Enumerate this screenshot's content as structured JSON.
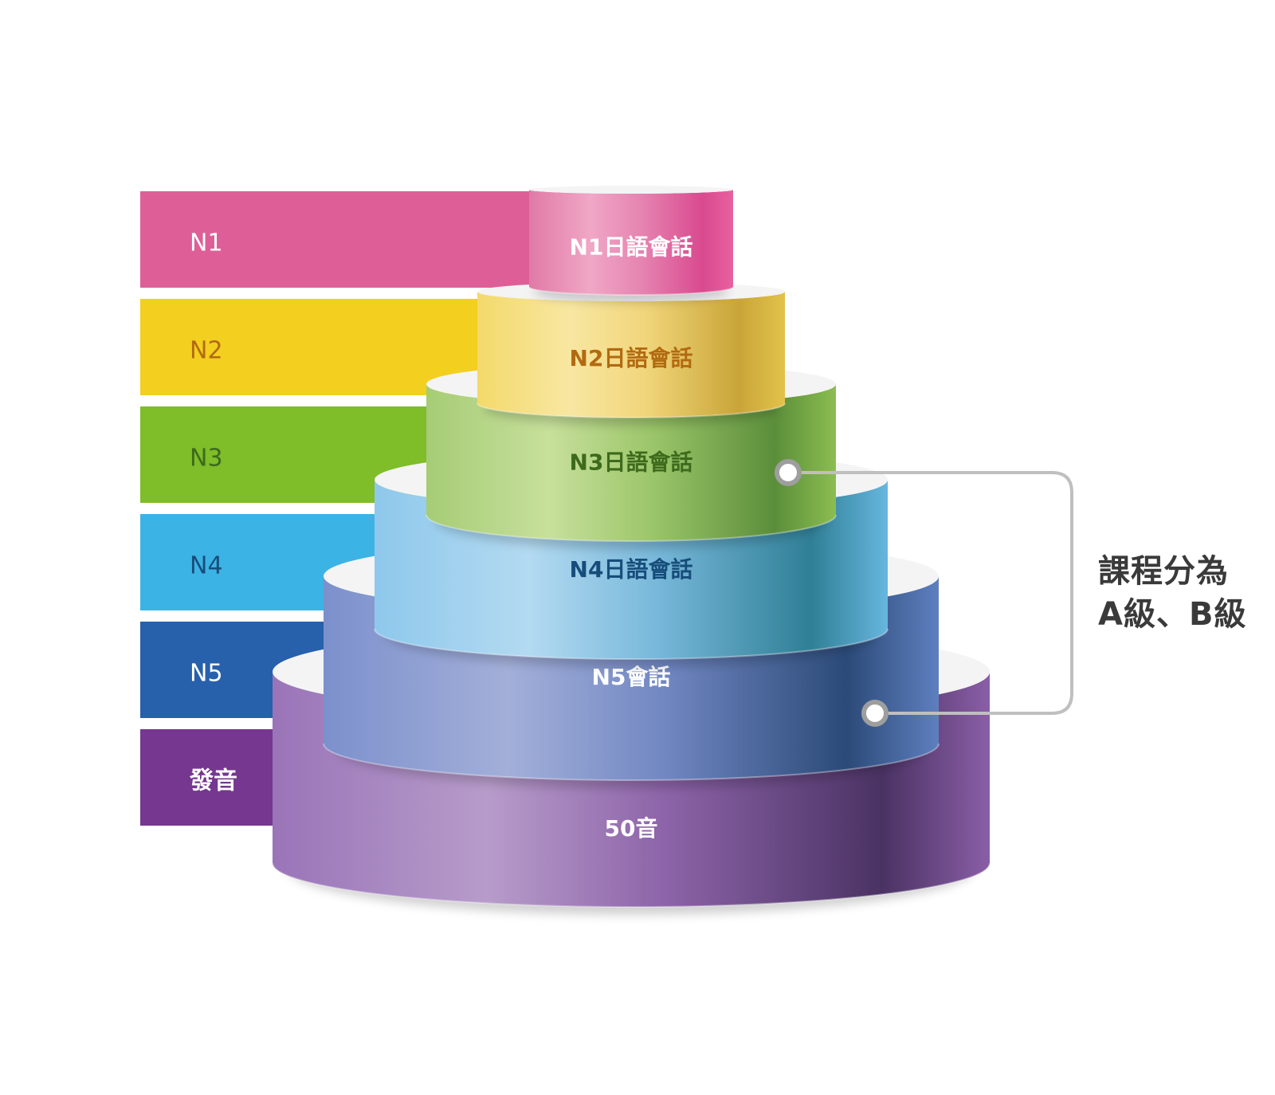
{
  "colors": {
    "pink": "#de5f97",
    "yellow": "#f3cf20",
    "green": "#7fbd29",
    "blue": "#3cb3e5",
    "navy": "#2760ab",
    "purple": "#75378f",
    "connector": "#bfbfbf",
    "note_text": "#3a3a3a"
  },
  "levels": [
    {
      "key": "n1",
      "label": "N1",
      "course": "N1日語會話",
      "color": "#de5f97",
      "label_color": "#ffffff",
      "course_color": "#ffffff",
      "side": [
        "#e07aa6",
        "#f0a7c6",
        "#e684b1",
        "#d94a8f",
        "#e8619e"
      ]
    },
    {
      "key": "n2",
      "label": "N2",
      "course": "N2日語會話",
      "color": "#f3cf20",
      "label_color": "#b26a10",
      "course_color": "#b26a10",
      "side": [
        "#f3d96a",
        "#f8e7a2",
        "#f1d57a",
        "#c9a538",
        "#e3c24a"
      ]
    },
    {
      "key": "n3",
      "label": "N3",
      "course": "N3日語會話",
      "color": "#7fbd29",
      "label_color": "#3d6a1c",
      "course_color": "#3d6a1c",
      "side": [
        "#a6cc76",
        "#c7e09b",
        "#9cc66a",
        "#5b8e3a",
        "#8bbd50"
      ]
    },
    {
      "key": "n4",
      "label": "N4",
      "course": "N4日語會話",
      "color": "#3cb3e5",
      "label_color": "#174d7a",
      "course_color": "#174d7a",
      "side": [
        "#8ec8ec",
        "#b3daf1",
        "#78b8da",
        "#2f7f96",
        "#67b6de"
      ]
    },
    {
      "key": "n5",
      "label": "N5",
      "course": "N5會話",
      "color": "#2760ab",
      "label_color": "#ffffff",
      "course_color": "#ffffff",
      "side": [
        "#7c90cc",
        "#a3afd9",
        "#7288c3",
        "#2b4a78",
        "#5e7fbf"
      ]
    },
    {
      "key": "pron",
      "label": "發音",
      "course": "50音",
      "color": "#75378f",
      "label_color": "#ffffff",
      "course_color": "#ffffff",
      "side": [
        "#9a74b8",
        "#b79cca",
        "#8c63a8",
        "#4a3263",
        "#8a5ea6"
      ]
    }
  ],
  "note": {
    "line1": "課程分為",
    "line2": "A級、B級"
  }
}
